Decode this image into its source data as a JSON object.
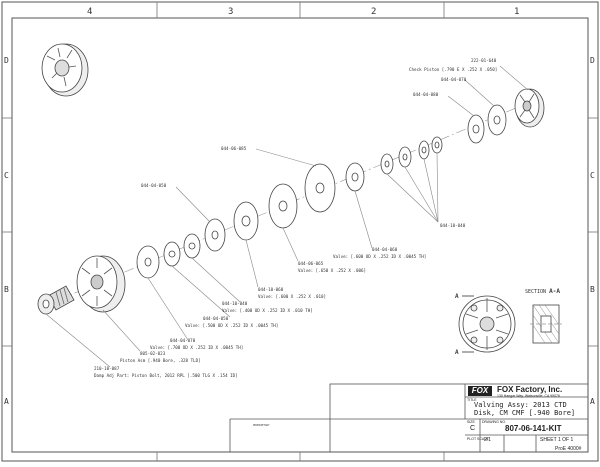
{
  "border": {
    "columns": [
      "4",
      "3",
      "2",
      "1"
    ],
    "rows": [
      "D",
      "C",
      "B",
      "A"
    ]
  },
  "callouts": [
    {
      "id": "pn-222",
      "text": "222-01-640"
    },
    {
      "id": "check-piston",
      "text": "Check Piston [.790 E X .252 X .050]"
    },
    {
      "id": "pn-044-04-070",
      "text": "044-04-070"
    },
    {
      "id": "pn-044-04-080",
      "text": "044-04-080"
    },
    {
      "id": "pn-044-06-085",
      "text": "044-06-085"
    },
    {
      "id": "pn-044-04-050",
      "text": "044-04-050"
    },
    {
      "id": "pn-044-10-040",
      "text": "044-10-040"
    },
    {
      "id": "pn-044-04-060",
      "text": "044-04-060"
    },
    {
      "id": "valve-060",
      "text": "Valve: [.600 OD X .252 ID X .0045 TH]"
    },
    {
      "id": "pn-044-06-065",
      "text": "044-06-065"
    },
    {
      "id": "valve-065",
      "text": "Valve: [.650 X .252 X .006]"
    },
    {
      "id": "pn-044-10-060",
      "text": "044-10-060"
    },
    {
      "id": "valve-10-060",
      "text": "Valve: [.600 X .252 X .010]"
    },
    {
      "id": "pn-044-10-040b",
      "text": "044-10-040"
    },
    {
      "id": "valve-040",
      "text": "Valve: [.400 OD X .252 ID X .010 TH]"
    },
    {
      "id": "pn-044-04-050b",
      "text": "044-04-050"
    },
    {
      "id": "valve-050",
      "text": "Valve: [.500 OD X .252 ID X .0045 TH]"
    },
    {
      "id": "pn-044-04-070b",
      "text": "044-04-070"
    },
    {
      "id": "valve-070",
      "text": "Valve: [.700 OD X .252 ID X .0045 TH]"
    },
    {
      "id": "pn-805",
      "text": "805-02-023"
    },
    {
      "id": "piston-asm",
      "text": "Piston Asm [.940 Bore, .328 TLD]"
    },
    {
      "id": "pn-210",
      "text": "210-10-087"
    },
    {
      "id": "damp-bolt",
      "text": "Damp Adj Part: Piston Bolt, 2012 RPL [.500 TLG X .154 ID]"
    }
  ],
  "section": {
    "label": "SECTION",
    "name": "A-A",
    "marker": "A"
  },
  "title_block": {
    "logo": "FOX",
    "company": "FOX Factory, Inc.",
    "address": "130 Hangar Way, Watsonville, CA 95076",
    "title_label": "TITLE",
    "title": "Valving Assy: 2013 CTD Disk, CM CMF [.940 Bore]",
    "size_label": "SIZE",
    "size": "C",
    "drawing_label": "DRAWING NO.",
    "drawing_no": "807-06-141-KIT",
    "scale_label": "PLOT SCALE",
    "scale": "2/1",
    "sheet": "SHEET 1 OF 1",
    "proe": "ProE 4000#"
  }
}
